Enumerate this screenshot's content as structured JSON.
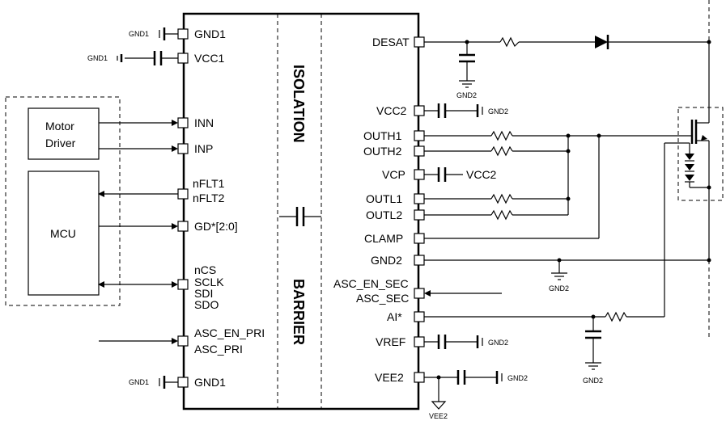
{
  "left_pins": {
    "gnd1_top": "GND1",
    "vcc1": "VCC1",
    "inn": "INN",
    "inp": "INP",
    "nflt1": "nFLT1",
    "nflt2": "nFLT2",
    "gd": "GD*[2:0]",
    "ncs": "nCS",
    "sclk": "SCLK",
    "sdi": "SDI",
    "sdo": "SDO",
    "asc_en_pri": "ASC_EN_PRI",
    "asc_pri": "ASC_PRI",
    "gnd1_bottom": "GND1"
  },
  "right_pins": {
    "desat": "DESAT",
    "vcc2": "VCC2",
    "outh1": "OUTH1",
    "outh2": "OUTH2",
    "vcp": "VCP",
    "outl1": "OUTL1",
    "outl2": "OUTL2",
    "clamp": "CLAMP",
    "gnd2": "GND2",
    "asc_en_sec": "ASC_EN_SEC",
    "asc_sec": "ASC_SEC",
    "ai": "AI*",
    "vref": "VREF",
    "vee2": "VEE2"
  },
  "isolation": {
    "top": "ISOLATION",
    "bottom": "BARRIER"
  },
  "blocks": {
    "motor_driver_line1": "Motor",
    "motor_driver_line2": "Driver",
    "mcu": "MCU"
  },
  "net_labels": {
    "gnd1": "GND1",
    "gnd2": "GND2",
    "vcc2": "VCC2",
    "vee2": "VEE2"
  }
}
